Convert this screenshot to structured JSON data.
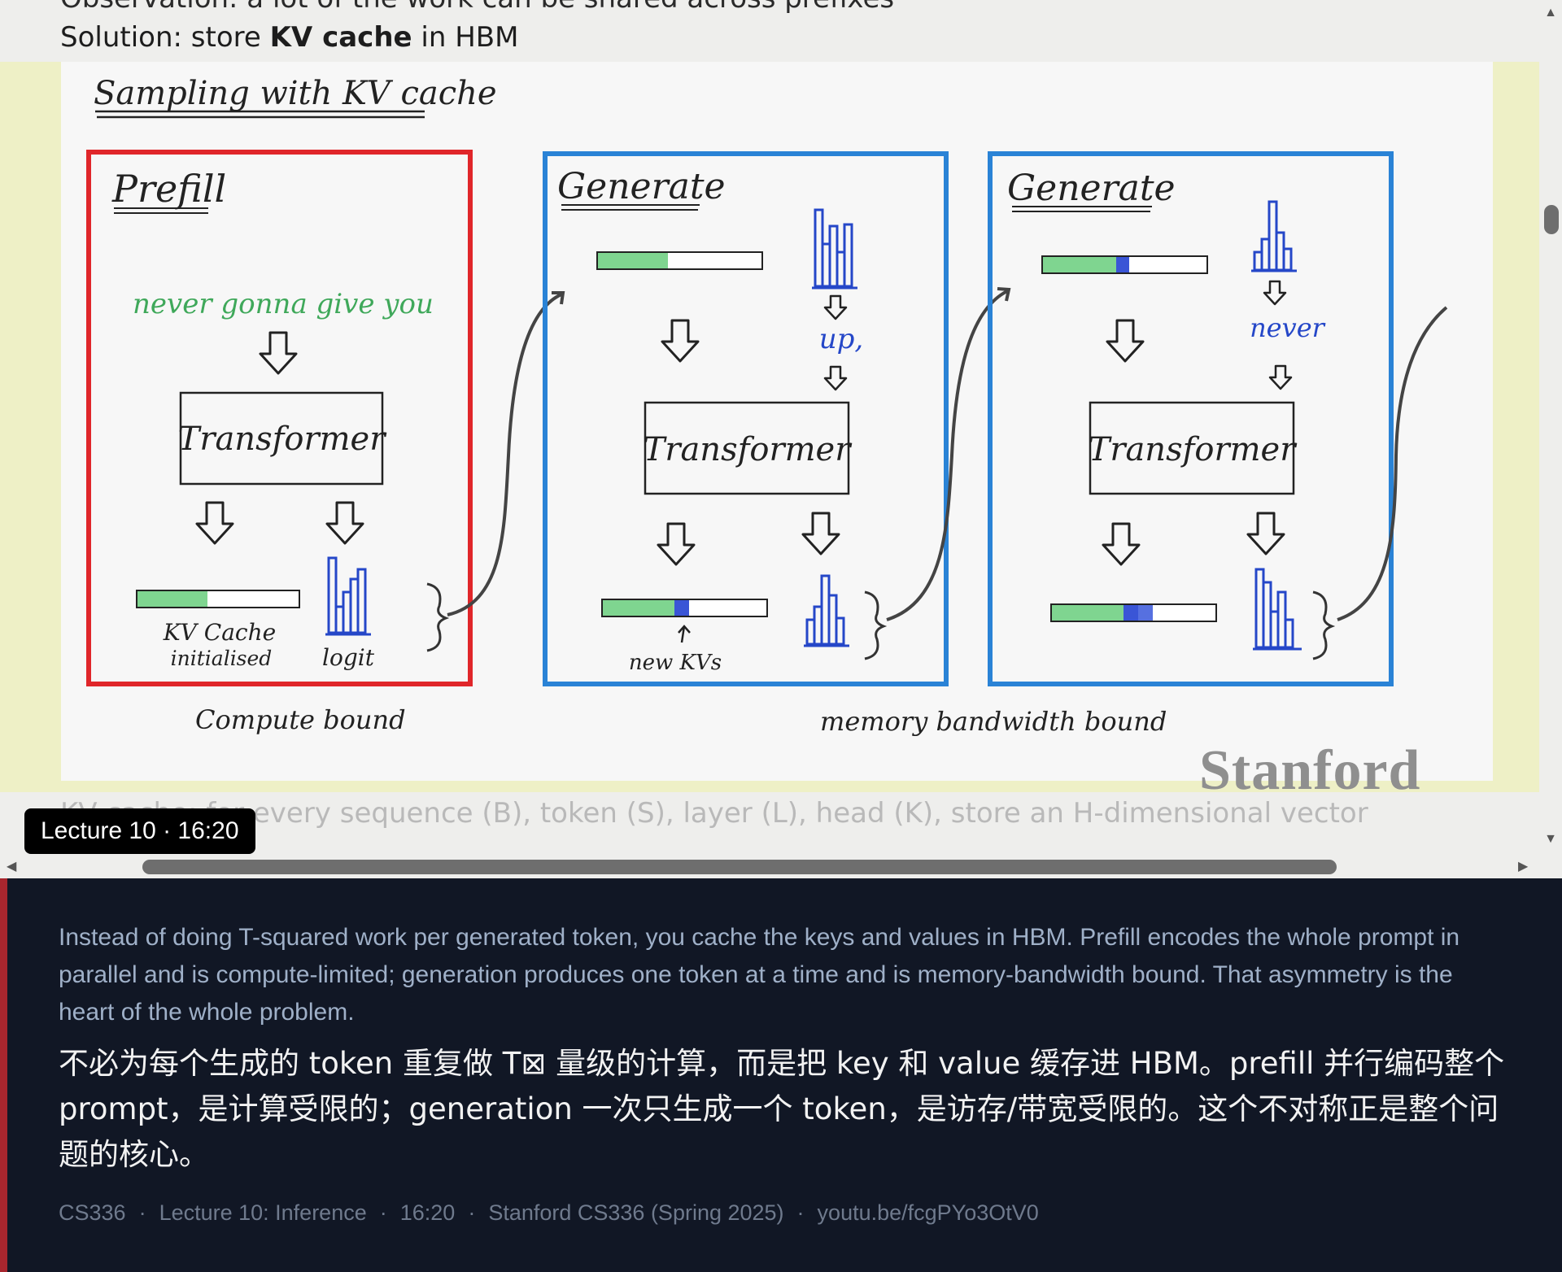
{
  "slide": {
    "observation": "Observation: a lot of the work can be shared across prefixes",
    "solution_prefix": "Solution: store ",
    "solution_bold": "KV cache",
    "solution_suffix": " in HBM",
    "faded_line": "KV cache: for every sequence (B), token (S), layer (L), head (K), store an H-dimensional vector",
    "watermark": "Stanford"
  },
  "diagram": {
    "title": "Sampling with KV cache",
    "prefill": {
      "title": "Prefill",
      "prompt": "never gonna give you",
      "transformer": "Transformer",
      "cache_label_1": "KV Cache",
      "cache_label_2": "initialised",
      "logit_label": "logit",
      "bound": "Compute bound"
    },
    "generate_1": {
      "title": "Generate",
      "token": "up,",
      "transformer": "Transformer",
      "new_label": "new KVs"
    },
    "generate_2": {
      "title": "Generate",
      "token": "never",
      "transformer": "Transformer"
    },
    "bound_right": "memory bandwidth bound",
    "colors": {
      "prefill": "#e0262a",
      "generate": "#2a83d6",
      "green": "#7fd590",
      "blue": "#3a55d6",
      "bars": "#2547c8"
    }
  },
  "timestamp": "Lecture 10 · 16:20",
  "caption": {
    "english": "Instead of doing T-squared work per generated token, you cache the keys and values in HBM. Prefill encodes the whole prompt in parallel and is compute-limited; generation produces one token at a time and is memory-bandwidth bound. That asymmetry is the heart of the whole problem.",
    "chinese": "不必为每个生成的 token 重复做 T⊠ 量级的计算，而是把 key 和 value 缓存进 HBM。prefill 并行编码整个 prompt，是计算受限的；generation 一次只生成一个 token，是访存/带宽受限的。这个不对称正是整个问题的核心。"
  },
  "meta": {
    "course": "CS336",
    "lecture": "Lecture 10: Inference",
    "time": "16:20",
    "source": "Stanford CS336 (Spring 2025)",
    "url": "youtu.be/fcgPYo3OtV0"
  }
}
